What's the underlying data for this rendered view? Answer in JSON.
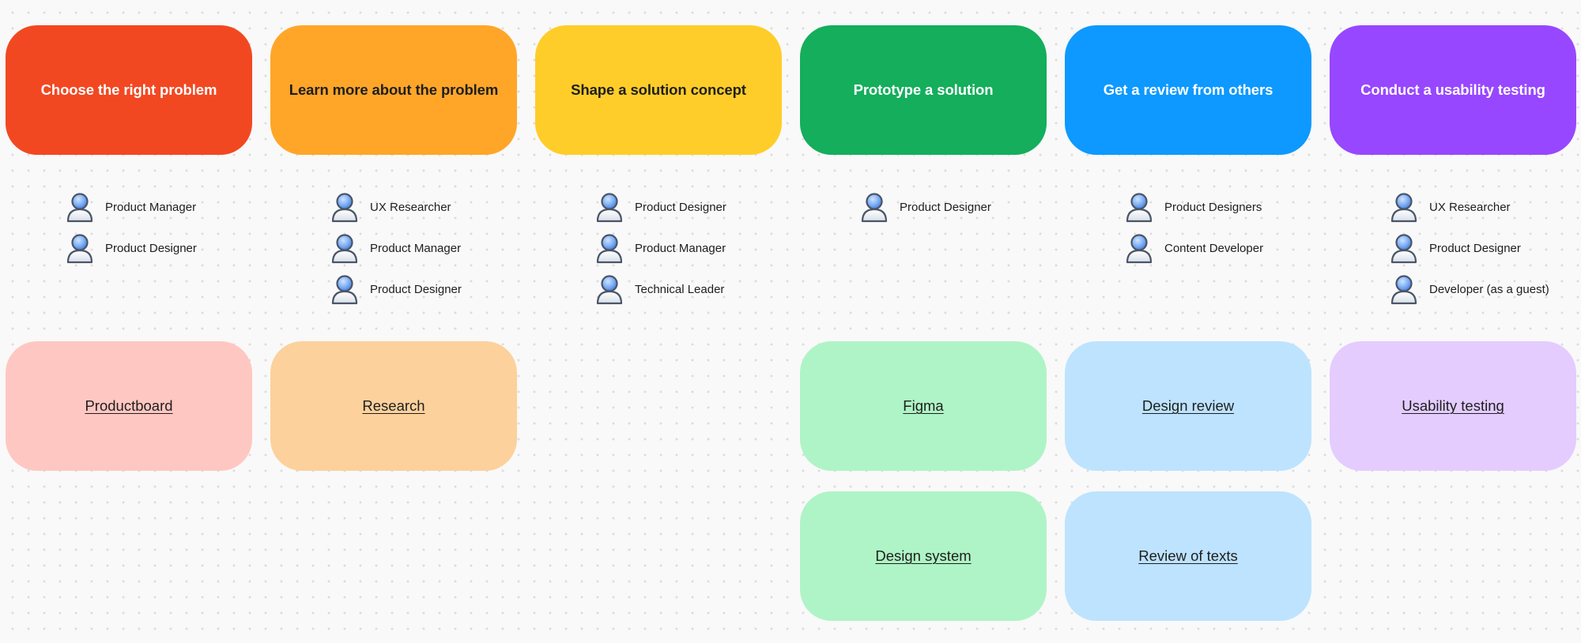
{
  "stages": [
    {
      "title": "Choose the right problem",
      "color": "#f24822",
      "text_color": "#ffffff",
      "roles": [
        "Product Manager",
        "Product Designer"
      ],
      "links": [
        {
          "label": "Productboard",
          "color": "#ffc7c2"
        }
      ]
    },
    {
      "title": "Learn more about the problem",
      "color": "#ffa629",
      "text_color": "#1e1e1e",
      "roles": [
        "UX Researcher",
        "Product Manager",
        "Product Designer"
      ],
      "links": [
        {
          "label": "Research",
          "color": "#fcd19c"
        }
      ]
    },
    {
      "title": "Shape a solution concept",
      "color": "#ffcd29",
      "text_color": "#1e1e1e",
      "roles": [
        "Product Designer",
        "Product Manager",
        "Technical Leader"
      ],
      "links": []
    },
    {
      "title": "Prototype a solution",
      "color": "#14ae5c",
      "text_color": "#ffffff",
      "roles": [
        "Product Designer"
      ],
      "links": [
        {
          "label": "Figma",
          "color": "#aff4c6"
        },
        {
          "label": "Design system",
          "color": "#aff4c6"
        }
      ]
    },
    {
      "title": "Get a review from others",
      "color": "#0d99ff",
      "text_color": "#ffffff",
      "roles": [
        "Product Designers",
        "Content Developer"
      ],
      "links": [
        {
          "label": "Design review",
          "color": "#bde3ff"
        },
        {
          "label": "Review of texts",
          "color": "#bde3ff"
        }
      ]
    },
    {
      "title": "Conduct a usability testing",
      "color": "#9747ff",
      "text_color": "#ffffff",
      "roles": [
        "UX Researcher",
        "Product Designer",
        "Developer (as a guest)"
      ],
      "links": [
        {
          "label": "Usability testing",
          "color": "#e4ccff"
        }
      ]
    }
  ],
  "icons": {
    "role": "person-icon"
  }
}
